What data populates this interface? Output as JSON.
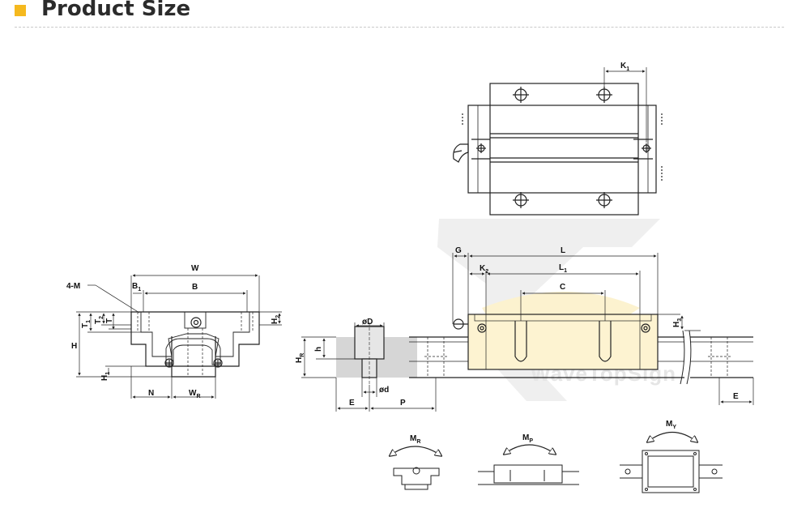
{
  "page": {
    "title": "Product Size"
  },
  "labels": {
    "k1": "K",
    "k1_sub": "1",
    "g": "G",
    "l": "L",
    "k2": "K",
    "k2_sub": "2",
    "l1": "L",
    "l1_sub": "1",
    "c": "C",
    "h3": "H",
    "h3_sub": "3",
    "w": "W",
    "four_m": "4-M",
    "b1": "B",
    "b1_sub": "1",
    "b": "B",
    "t1": "T",
    "t1_sub": "1",
    "t2": "T",
    "t2_sub": "2",
    "t": "T",
    "h2": "H",
    "h2_sub": "2",
    "h": "H",
    "h1": "H",
    "h1_sub": "1",
    "n": "N",
    "wr": "W",
    "wr_sub": "R",
    "od": "øD",
    "ohd": "ød",
    "hr": "H",
    "hr_sub": "R",
    "hh": "h",
    "e": "E",
    "p": "P",
    "e_right": "E",
    "mr": "M",
    "mr_sub": "R",
    "mp": "M",
    "mp_sub": "P",
    "my": "M",
    "my_sub": "Y"
  },
  "watermark": "WaveTopSign",
  "colors": {
    "accent": "#f5b91e",
    "line": "#222222",
    "watermark": "#d9d9d9",
    "highlight": "#fbe9a8"
  }
}
